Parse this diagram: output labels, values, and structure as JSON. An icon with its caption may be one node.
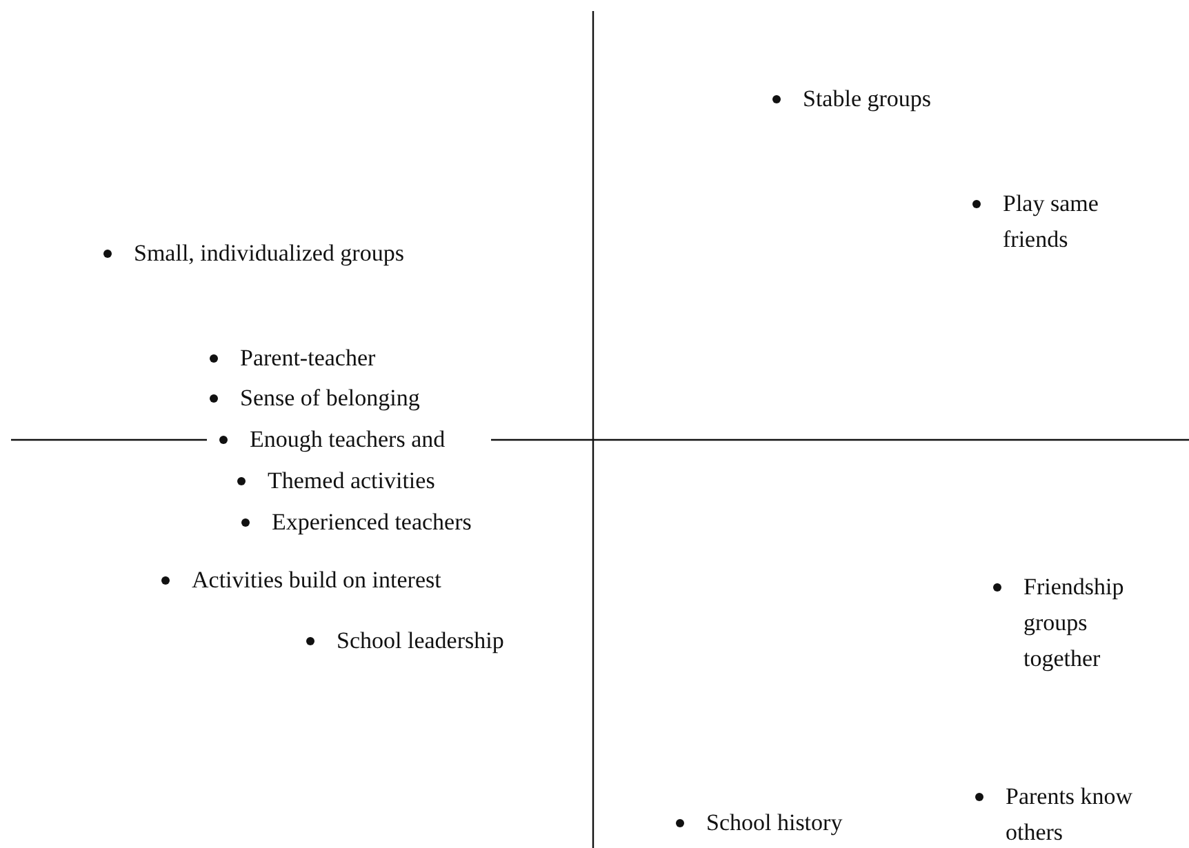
{
  "diagram": {
    "labels": [
      "Stable groups",
      "Play same friends",
      "Small, individualized groups",
      "Parent-teacher",
      "Sense of belonging",
      "Enough teachers and",
      "Themed activities",
      "Experienced teachers",
      "Activities build on interest",
      "School leadership",
      "Friendship groups together",
      "Parents know others",
      "School history"
    ]
  }
}
